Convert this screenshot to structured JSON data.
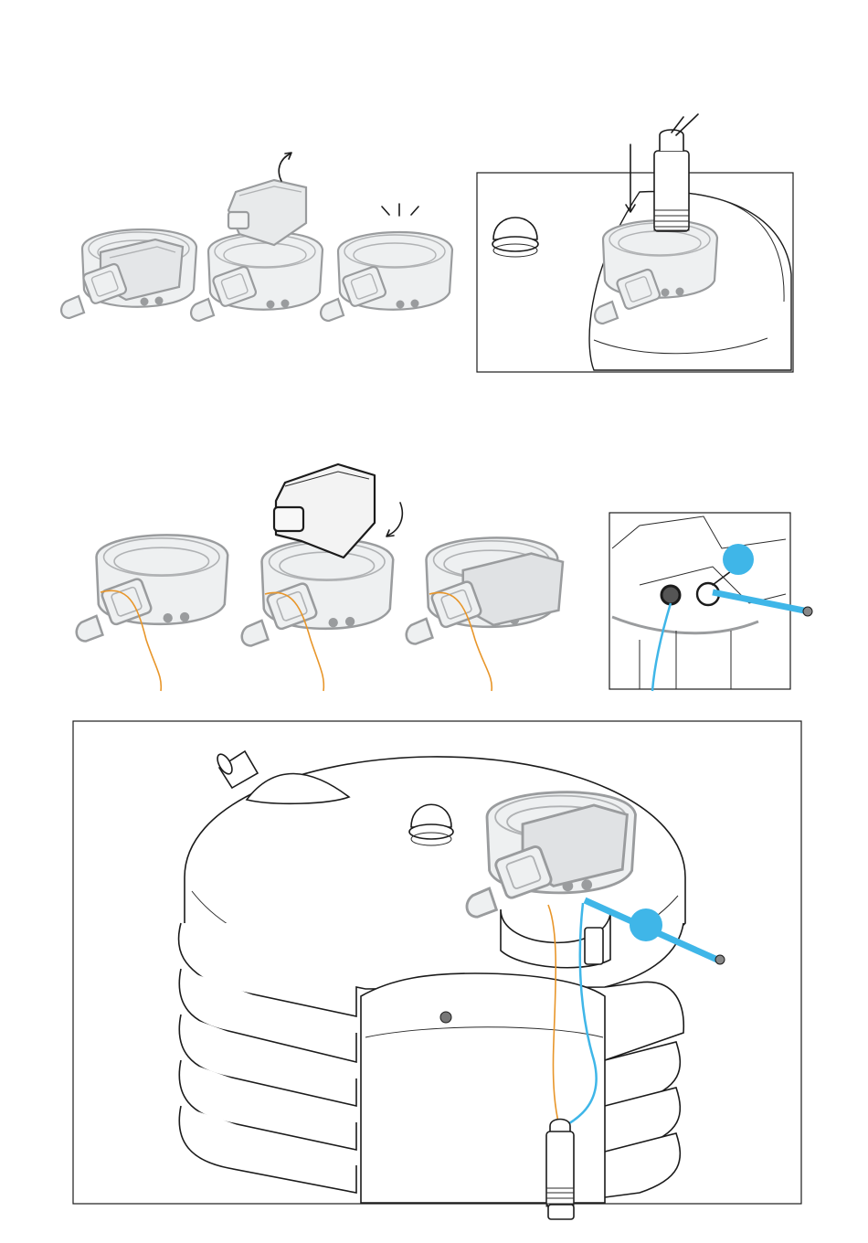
{
  "figure": {
    "steps": [
      "step-1-remove-filter",
      "step-2-fit-pump",
      "step-3-refit-filter-with-cable",
      "step-4-assembled-tank"
    ],
    "colors": {
      "line": "#1b1b1b",
      "ghost_outline": "#9a9c9e",
      "ghost_fill": "#eef0f1",
      "cable": "#e8962a",
      "hose": "#3fb6e8",
      "background": "#ffffff"
    },
    "icons": [
      "lift-arrow-icon",
      "click-marks-icon",
      "insert-arrow-icon",
      "rotate-arrow-icon"
    ]
  }
}
